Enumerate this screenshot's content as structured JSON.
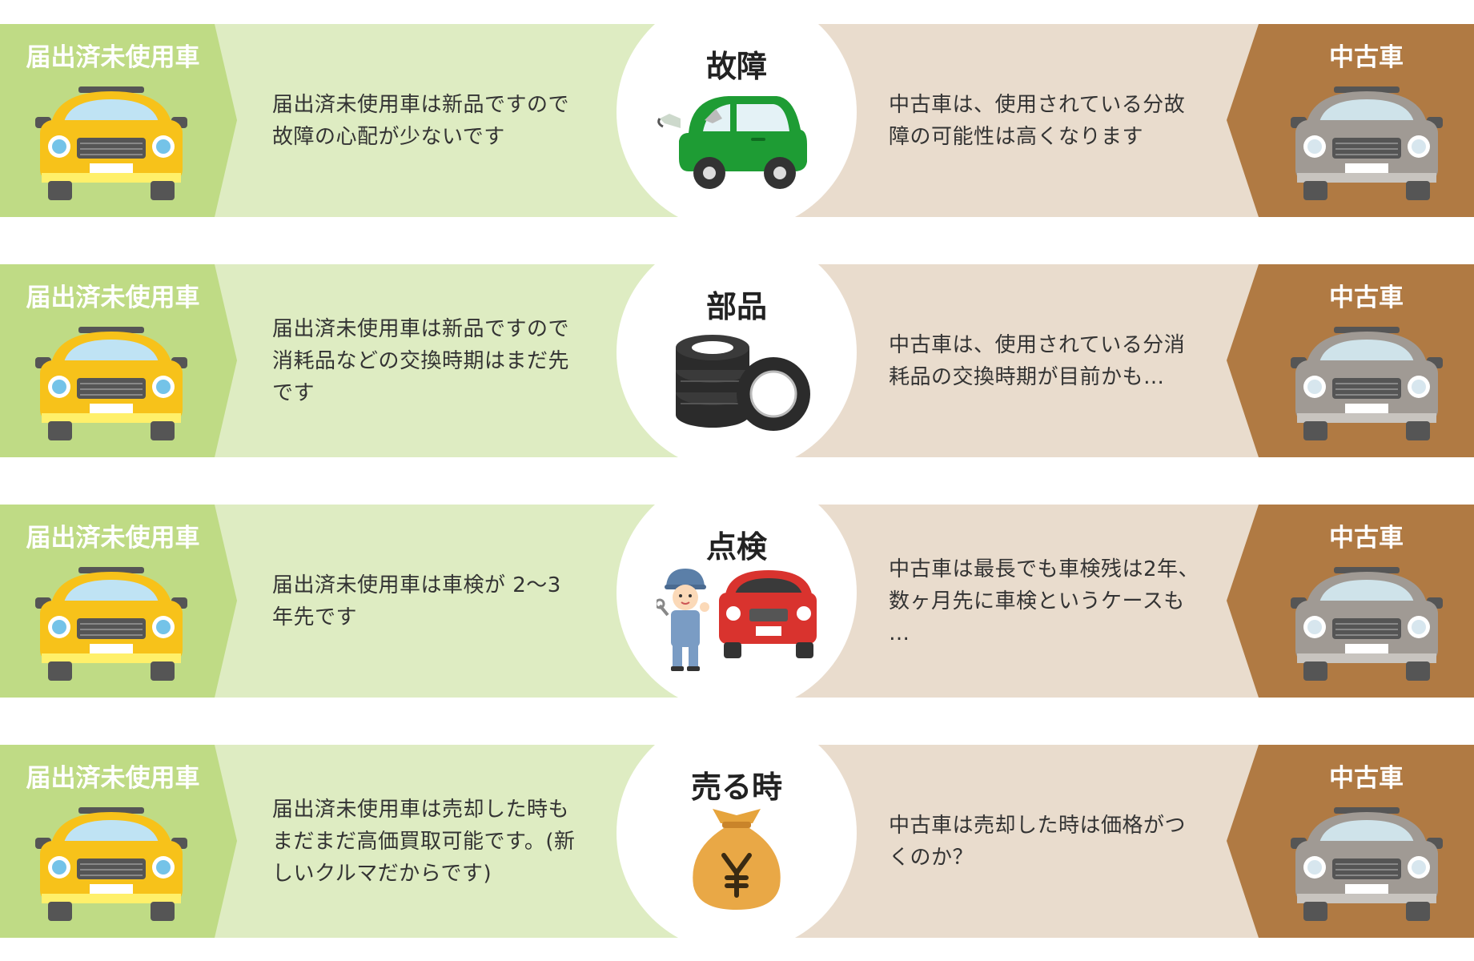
{
  "rows": [
    {
      "left_label": "届出済未使用車",
      "left_text": "届出済未使用車は新品ですので\n故障の心配が少ないです",
      "topic": "故障",
      "topic_icon": "broken-car-icon",
      "right_text": "中古車は、使用されている分故\n障の可能性は高くなります",
      "right_label": "中古車"
    },
    {
      "left_label": "届出済未使用車",
      "left_text": "届出済未使用車は新品ですので\n消耗品などの交換時期はまだ先\nです",
      "topic": "部品",
      "topic_icon": "tires-icon",
      "right_text": "中古車は、使用されている分消\n耗品の交換時期が目前かも…",
      "right_label": "中古車"
    },
    {
      "left_label": "届出済未使用車",
      "left_text": "届出済未使用車は車検が 2〜3\n年先です",
      "topic": "点検",
      "topic_icon": "mechanic-car-icon",
      "right_text": "中古車は最長でも車検残は2年、\n数ヶ月先に車検というケースも\n…",
      "right_label": "中古車"
    },
    {
      "left_label": "届出済未使用車",
      "left_text": "届出済未使用車は売却した時も\nまだまだ高価買取可能です。(新\nしいクルマだからです)",
      "topic": "売る時",
      "topic_icon": "yen-money-bag-icon",
      "right_text": "中古車は売却した時は価格がつ\nくのか？",
      "right_label": "中古車"
    }
  ],
  "colors": {
    "left_label_bg": "#bfdb85",
    "left_bg": "#deecc2",
    "right_bg": "#e9dccd",
    "right_label_bg": "#b07a43",
    "new_car": "#f7c21a",
    "used_car": "#a09a94"
  }
}
